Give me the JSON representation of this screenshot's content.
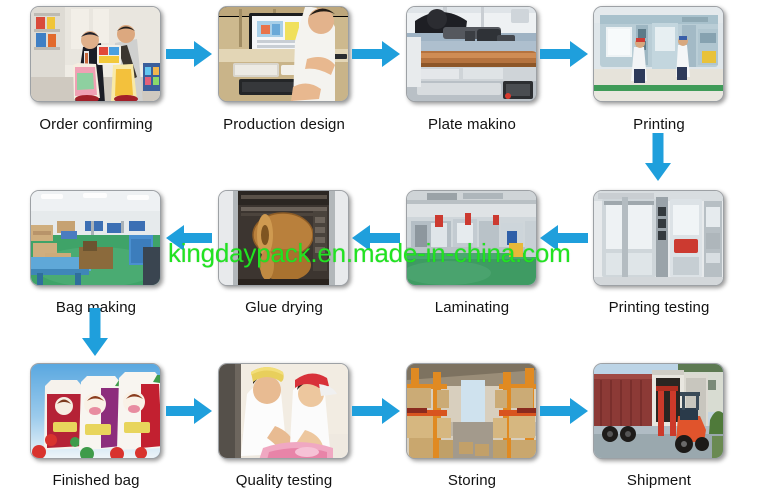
{
  "page": {
    "title": "Packaging bag production process flow",
    "background": "#ffffff",
    "arrow_color": "#1f9fdc",
    "caption_color": "#121212"
  },
  "watermark": {
    "text": "kingdaypack.en.made-in-china.com",
    "color": "#21e321"
  },
  "steps": [
    {
      "id": 1,
      "label": "Order confirming",
      "row": 1,
      "col": 1,
      "scene": "trade-show-booth"
    },
    {
      "id": 2,
      "label": "Production design",
      "row": 1,
      "col": 2,
      "scene": "designer-at-computer"
    },
    {
      "id": 3,
      "label": "Plate makino",
      "row": 1,
      "col": 3,
      "scene": "plate-engraving-machine"
    },
    {
      "id": 4,
      "label": "Printing",
      "row": 1,
      "col": 4,
      "scene": "printing-press-hall"
    },
    {
      "id": 5,
      "label": "Printing testing",
      "row": 2,
      "col": 4,
      "scene": "inspection-rewinder"
    },
    {
      "id": 6,
      "label": "Laminating",
      "row": 2,
      "col": 3,
      "scene": "laminating-line"
    },
    {
      "id": 7,
      "label": "Glue drying",
      "row": 2,
      "col": 2,
      "scene": "glue-drying-rolls"
    },
    {
      "id": 8,
      "label": "Bag making",
      "row": 2,
      "col": 1,
      "scene": "bag-making-workshop"
    },
    {
      "id": 9,
      "label": "Finished bag",
      "row": 3,
      "col": 1,
      "scene": "finished-pouches"
    },
    {
      "id": 10,
      "label": "Quality testing",
      "row": 3,
      "col": 2,
      "scene": "qc-workers"
    },
    {
      "id": 11,
      "label": "Storing",
      "row": 3,
      "col": 3,
      "scene": "warehouse-racks"
    },
    {
      "id": 12,
      "label": "Shipment",
      "row": 3,
      "col": 4,
      "scene": "container-loading"
    }
  ],
  "connectors": [
    {
      "id": "c1",
      "from": 1,
      "to": 2,
      "direction": "right"
    },
    {
      "id": "c2",
      "from": 2,
      "to": 3,
      "direction": "right"
    },
    {
      "id": "c3",
      "from": 3,
      "to": 4,
      "direction": "right"
    },
    {
      "id": "c4",
      "from": 4,
      "to": 5,
      "direction": "down"
    },
    {
      "id": "c5",
      "from": 5,
      "to": 6,
      "direction": "left"
    },
    {
      "id": "c6",
      "from": 6,
      "to": 7,
      "direction": "left"
    },
    {
      "id": "c7",
      "from": 7,
      "to": 8,
      "direction": "left"
    },
    {
      "id": "c8",
      "from": 8,
      "to": 9,
      "direction": "down"
    },
    {
      "id": "c9",
      "from": 9,
      "to": 10,
      "direction": "right"
    },
    {
      "id": "c10",
      "from": 10,
      "to": 11,
      "direction": "right"
    },
    {
      "id": "c11",
      "from": 11,
      "to": 12,
      "direction": "right"
    }
  ]
}
